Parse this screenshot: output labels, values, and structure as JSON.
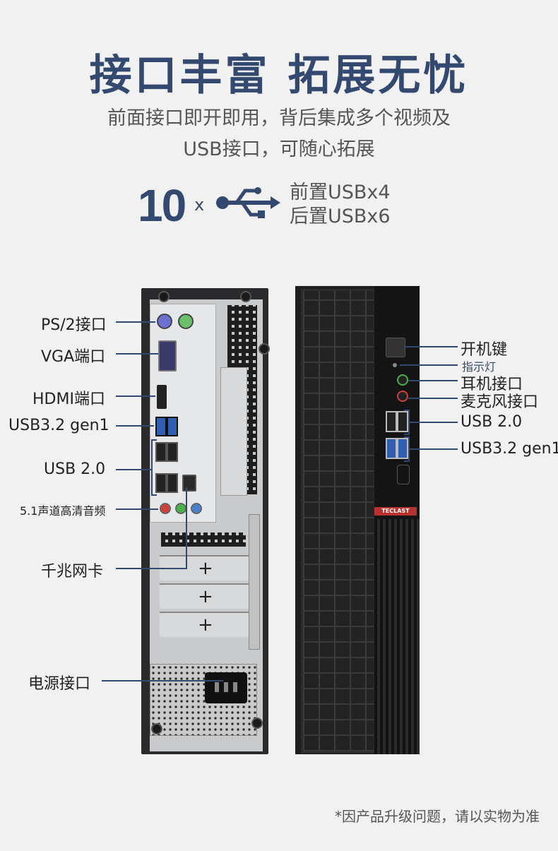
{
  "title": "接口丰富 拓展无忧",
  "subtitle_line1": "前面接口即开即用，背后集成多个视频及",
  "subtitle_line2": "USB接口，可随心拓展",
  "usb_summary": {
    "count": "10",
    "times": "x",
    "front": "前置USBx4",
    "rear": "后置USBx6",
    "icon": "usb-icon"
  },
  "rear_labels": {
    "ps2": "PS/2接口",
    "vga": "VGA端口",
    "hdmi": "HDMI端口",
    "usb32": "USB3.2 gen1",
    "usb20": "USB 2.0",
    "audio": "5.1声道高清音频",
    "lan": "千兆网卡",
    "power": "电源接口"
  },
  "front_labels": {
    "power_button": "开机键",
    "indicator": "指示灯",
    "headphone": "耳机接口",
    "mic": "麦克风接口",
    "usb20": "USB 2.0",
    "usb32": "USB3.2 gen1"
  },
  "brand": "TECLAST",
  "footnote": "*因产品升级问题，请以实物为准",
  "colors": {
    "accent": "#34496f",
    "usb3_blue": "#2e5fb0",
    "brand_red": "#b8312f"
  }
}
